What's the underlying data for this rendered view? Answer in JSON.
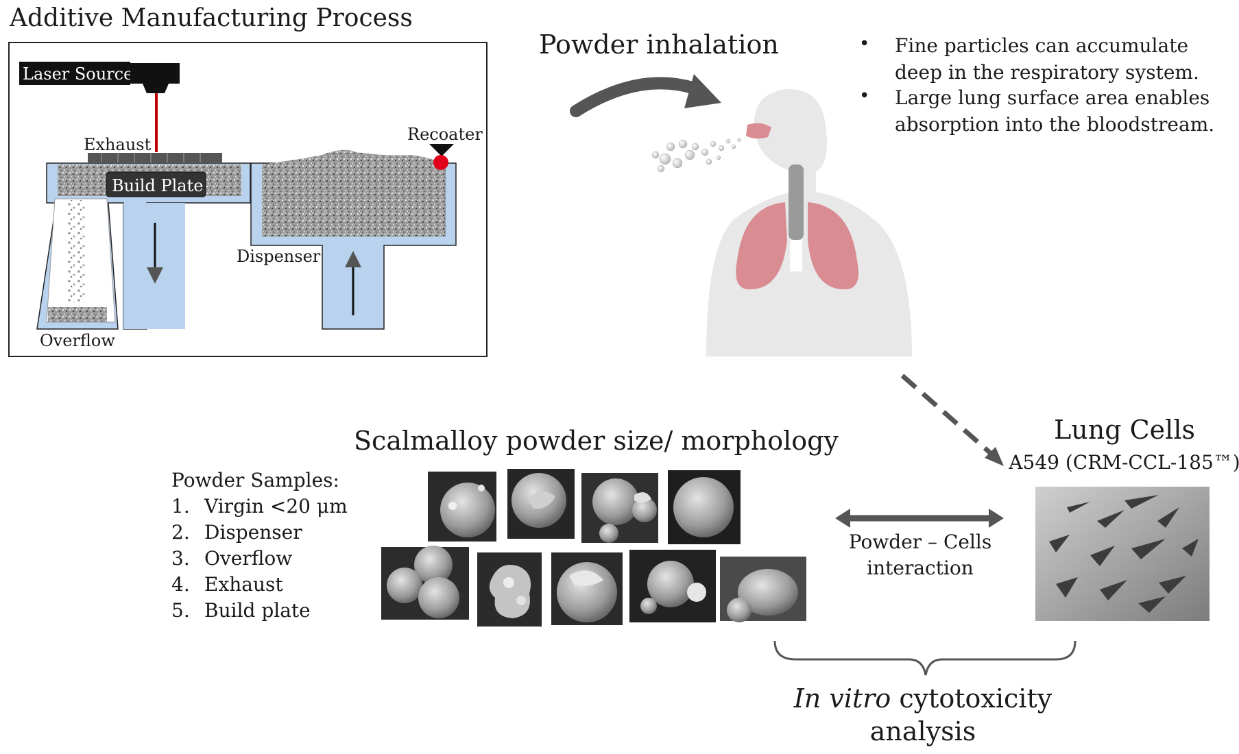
{
  "am": {
    "title": "Additive Manufacturing Process",
    "laser": "Laser Source",
    "exhaust": "Exhaust",
    "build_plate": "Build Plate",
    "recoater": "Recoater",
    "dispenser": "Dispenser",
    "overflow": "Overflow"
  },
  "inhalation": {
    "title": "Powder inhalation",
    "bullets": [
      "Fine particles can accumulate deep in the respiratory system.",
      "Large lung surface area enables absorption into the bloodstream."
    ],
    "bullet_lines": [
      [
        "Fine particles can accumulate",
        "deep in the respiratory system."
      ],
      [
        "Large lung surface area enables",
        "absorption into the bloodstream."
      ]
    ]
  },
  "powder": {
    "title": "Scalmalloy powder size/ morphology",
    "samples_heading": "Powder Samples:",
    "samples": [
      {
        "num": "1.",
        "label": "Virgin <20 μm"
      },
      {
        "num": "2.",
        "label": "Dispenser"
      },
      {
        "num": "3.",
        "label": "Overflow"
      },
      {
        "num": "4.",
        "label": "Exhaust"
      },
      {
        "num": "5.",
        "label": "Build plate"
      }
    ]
  },
  "cells": {
    "title": "Lung Cells",
    "subtitle": "A549 (CRM-CCL-185™)"
  },
  "interaction": {
    "line1": "Powder – Cells",
    "line2": "interaction"
  },
  "analysis": {
    "italic": "In vitro",
    "rest": " cytotoxicity",
    "line2": "analysis"
  },
  "colors": {
    "box_fill": "#b9d3ee",
    "laser_beam": "#c00000",
    "recoater_dot": "#e0001b",
    "arrow_gray": "#555555",
    "lung": "#d98c92",
    "body": "#e6e6e6"
  }
}
